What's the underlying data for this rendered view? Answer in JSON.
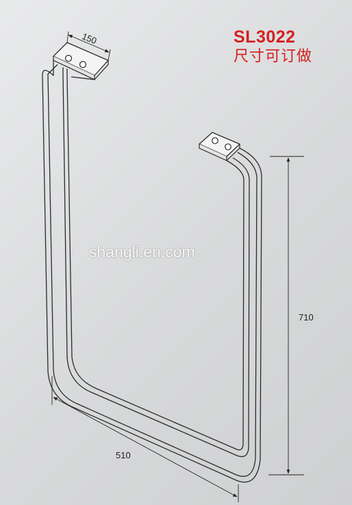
{
  "product": {
    "model": "SL3022",
    "subtitle": "尺寸可订做"
  },
  "watermark": "shangli.en.com",
  "dimensions": {
    "width": "510",
    "height": "710",
    "bracket": "150"
  },
  "colors": {
    "title": "#d42020",
    "background": "#dcdddf",
    "line": "#2a2a2a"
  }
}
